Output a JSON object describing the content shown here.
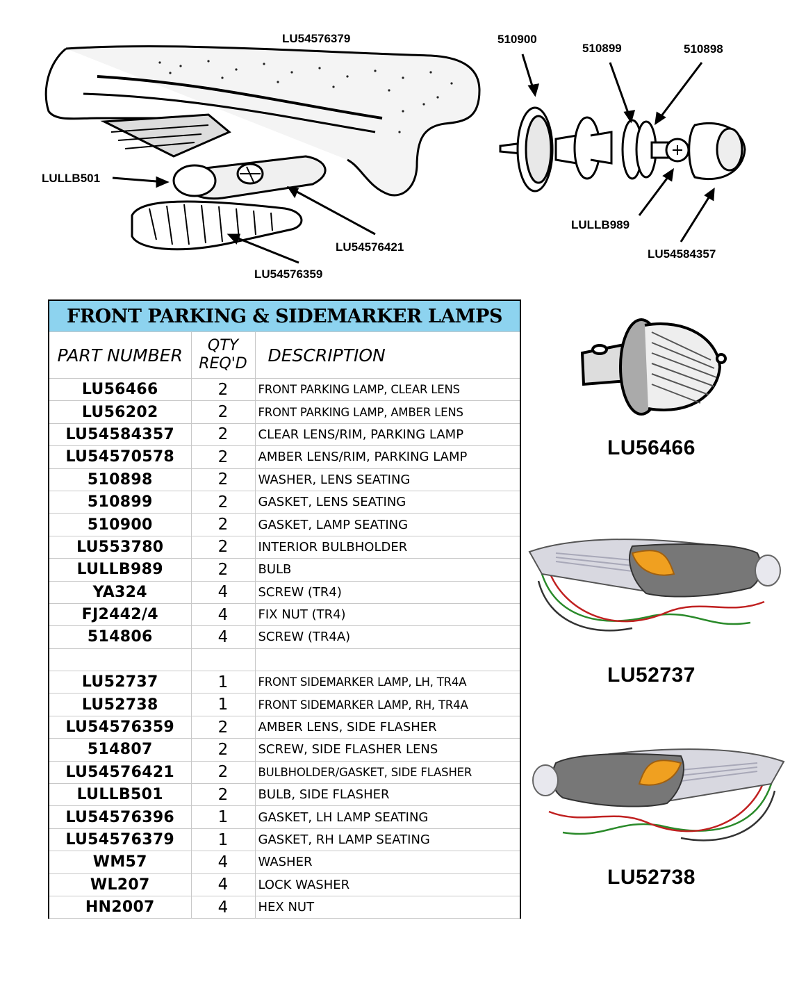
{
  "callouts": {
    "lu54576379": "LU54576379",
    "c510900": "510900",
    "c510899": "510899",
    "c510898": "510898",
    "lullb501": "LULLB501",
    "lu54576421": "LU54576421",
    "lu54576359": "LU54576359",
    "lullb989": "LULLB989",
    "lu54584357": "LU54584357"
  },
  "table": {
    "title": "FRONT PARKING & SIDEMARKER LAMPS",
    "headers": {
      "part_number": "PART NUMBER",
      "qty_line1": "QTY",
      "qty_line2": "REQ'D",
      "description": "DESCRIPTION"
    },
    "rows": [
      {
        "part": "LU56466",
        "qty": "2",
        "desc": "FRONT PARKING LAMP, CLEAR LENS"
      },
      {
        "part": "LU56202",
        "qty": "2",
        "desc": "FRONT PARKING LAMP, AMBER LENS"
      },
      {
        "part": "LU54584357",
        "qty": "2",
        "desc": "CLEAR LENS/RIM, PARKING LAMP"
      },
      {
        "part": "LU54570578",
        "qty": "2",
        "desc": "AMBER LENS/RIM, PARKING LAMP"
      },
      {
        "part": "510898",
        "qty": "2",
        "desc": "WASHER, LENS SEATING"
      },
      {
        "part": "510899",
        "qty": "2",
        "desc": "GASKET, LENS SEATING"
      },
      {
        "part": "510900",
        "qty": "2",
        "desc": "GASKET, LAMP SEATING"
      },
      {
        "part": "LU553780",
        "qty": "2",
        "desc": "INTERIOR BULBHOLDER"
      },
      {
        "part": "LULLB989",
        "qty": "2",
        "desc": "BULB"
      },
      {
        "part": "YA324",
        "qty": "4",
        "desc": "SCREW (TR4)"
      },
      {
        "part": "FJ2442/4",
        "qty": "4",
        "desc": "FIX NUT (TR4)"
      },
      {
        "part": "514806",
        "qty": "4",
        "desc": "SCREW (TR4A)"
      },
      {
        "part": "",
        "qty": "",
        "desc": ""
      },
      {
        "part": "LU52737",
        "qty": "1",
        "desc": "FRONT SIDEMARKER LAMP, LH, TR4A"
      },
      {
        "part": "LU52738",
        "qty": "1",
        "desc": "FRONT SIDEMARKER LAMP, RH, TR4A"
      },
      {
        "part": "LU54576359",
        "qty": "2",
        "desc": "AMBER LENS, SIDE FLASHER"
      },
      {
        "part": "514807",
        "qty": "2",
        "desc": "SCREW, SIDE FLASHER LENS"
      },
      {
        "part": "LU54576421",
        "qty": "2",
        "desc": "BULBHOLDER/GASKET, SIDE FLASHER"
      },
      {
        "part": "LULLB501",
        "qty": "2",
        "desc": "BULB, SIDE FLASHER"
      },
      {
        "part": "LU54576396",
        "qty": "1",
        "desc": "GASKET, LH LAMP SEATING"
      },
      {
        "part": "LU54576379",
        "qty": "1",
        "desc": "GASKET, RH LAMP SEATING"
      },
      {
        "part": "WM57",
        "qty": "4",
        "desc": "WASHER"
      },
      {
        "part": "WL207",
        "qty": "4",
        "desc": "LOCK WASHER"
      },
      {
        "part": "HN2007",
        "qty": "4",
        "desc": "HEX NUT"
      }
    ]
  },
  "products": {
    "parking_lamp": "LU56466",
    "sidemarker_lh": "LU52737",
    "sidemarker_rh": "LU52738"
  },
  "colors": {
    "title_bg": "#8dd3ef",
    "amber_lens": "#f0a020",
    "chrome": "#8a8a8a"
  }
}
